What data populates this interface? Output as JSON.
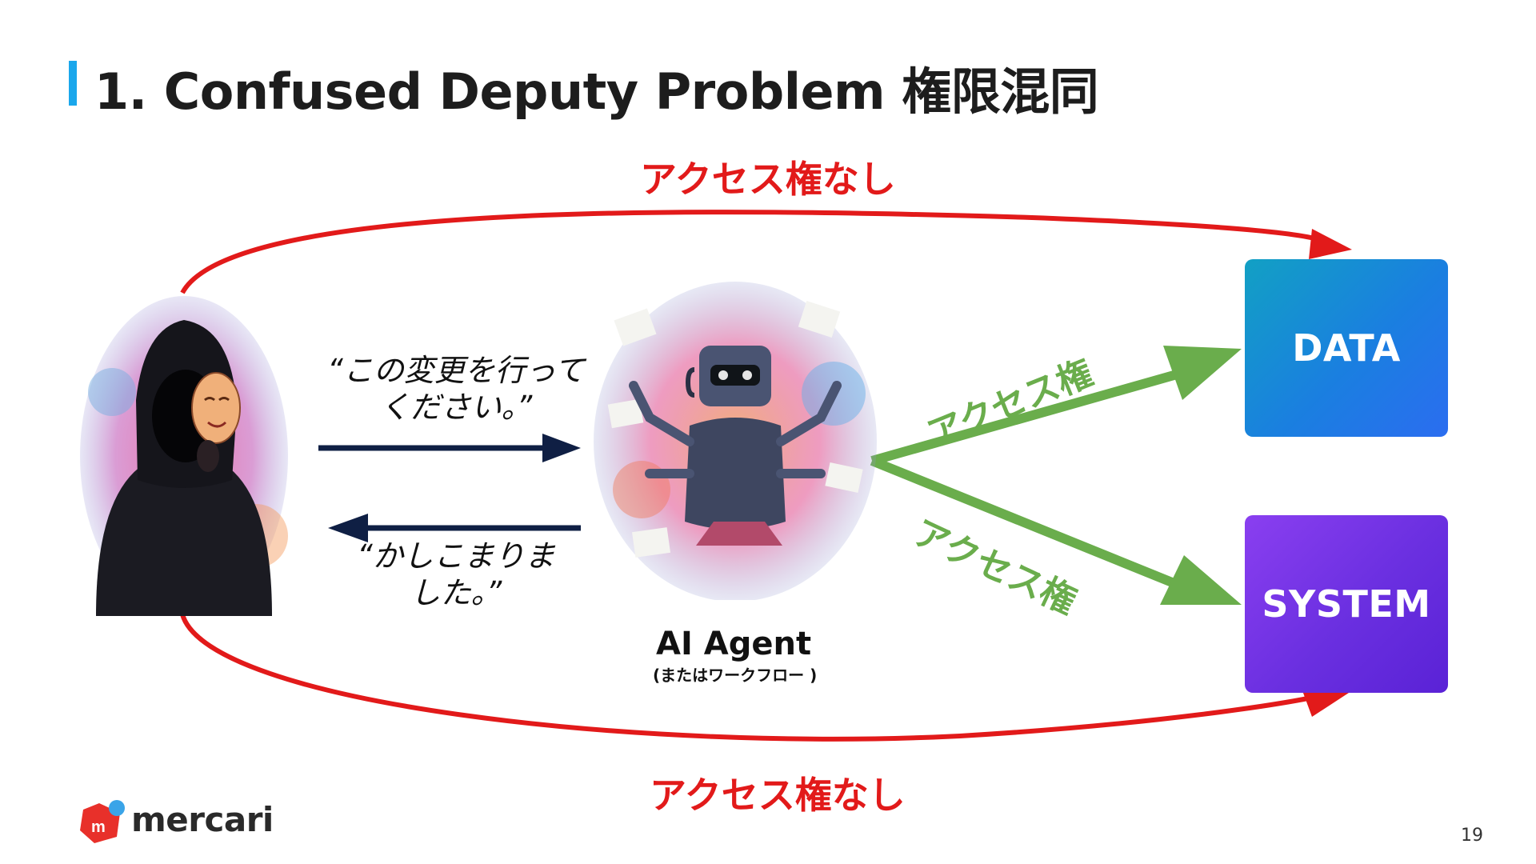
{
  "header": {
    "title": "1. Confused Deputy Problem 権限混同"
  },
  "labels": {
    "no_access_top": "アクセス権なし",
    "no_access_bottom": "アクセス権なし",
    "access_data": "アクセス権",
    "access_system": "アクセス権"
  },
  "dialogue": {
    "request": "“この変更を行って\nください。”",
    "reply": "“かしこまりま\nした。”"
  },
  "agent": {
    "name": "AI Agent",
    "subtitle": "(またはワークフロー )"
  },
  "targets": {
    "data": "DATA",
    "system": "SYSTEM"
  },
  "footer": {
    "brand": "mercari",
    "page_number": "19"
  },
  "colors": {
    "accent_bar": "#1aa7ec",
    "no_access_red": "#e21a1a",
    "access_green": "#6aad4c",
    "dialogue_arrow_navy": "#0f1f44",
    "data_box": "#1a7fe0",
    "system_box": "#6a2fe0"
  },
  "icons": {
    "attacker": "hooded-figure-holding-mask-icon",
    "agent": "multi-armed-robot-with-laptop-icon",
    "logo": "mercari-box-logo-icon"
  }
}
